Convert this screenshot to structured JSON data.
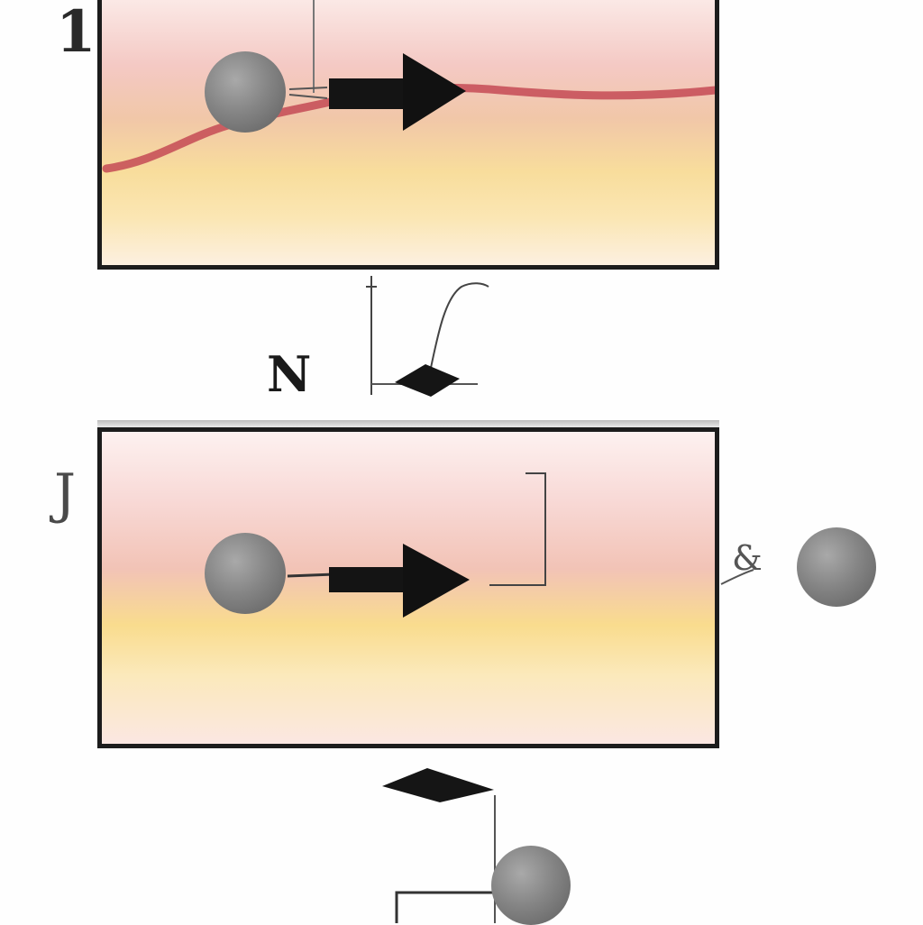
{
  "labels": {
    "top_corner": "1",
    "middle_letter": "N",
    "bottom_corner": "J",
    "right_mark": "&"
  },
  "colors": {
    "frame": "#1c1c1c",
    "ball": "#858585",
    "arrow": "#111111",
    "wave": "#c44a55"
  },
  "icons": [
    "ball-icon",
    "arrow-right-icon",
    "diamond-icon",
    "wave-line"
  ]
}
